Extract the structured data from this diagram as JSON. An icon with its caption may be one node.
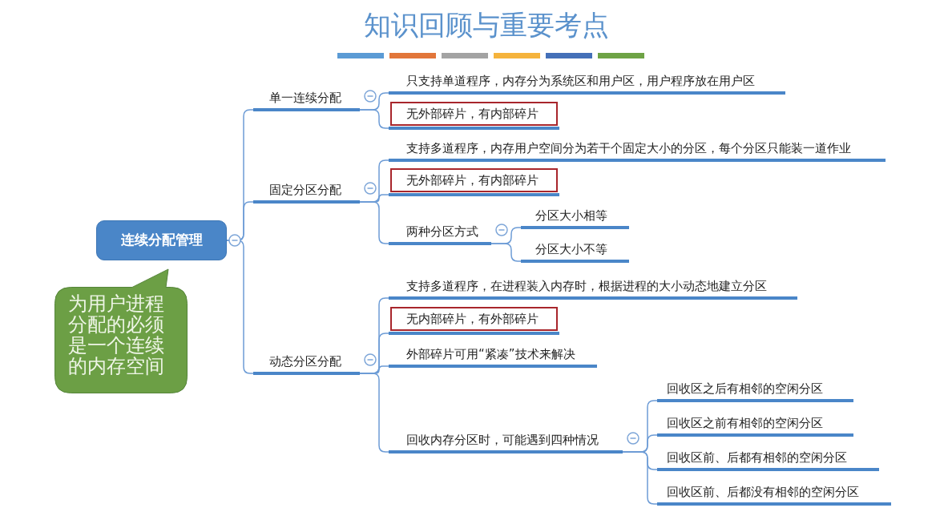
{
  "diagram": {
    "title": "知识回顾与重要考点",
    "nodes": [
      {
        "text": [
          "连续分配管理"
        ]
      },
      {
        "text": [
          "为用户进程分配的必须是一个连续的内存空间"
        ]
      },
      {
        "text": [
          "单一连续分配"
        ]
      },
      {
        "text": [
          "只支持单道程序，内存分为系统区和用户区，用户程序放在用户区"
        ]
      },
      {
        "text": [
          "无外部碎片，有内部碎片"
        ]
      },
      {
        "text": [
          "固定分区分配"
        ]
      },
      {
        "text": [
          "支持多道程序，内存用户空间分为若干个固定大小的分区，每个分区只能装一道作业"
        ]
      },
      {
        "text": [
          "无外部碎片，有内部碎片"
        ]
      },
      {
        "text": [
          "两种分区方式"
        ]
      },
      {
        "text": [
          "分区大小相等"
        ]
      },
      {
        "text": [
          "分区大小不等"
        ]
      },
      {
        "text": [
          "动态分区分配"
        ]
      },
      {
        "text": [
          "支持多道程序，在进程装入内存时，根据进程的大小动态地建立分区"
        ]
      },
      {
        "text": [
          "无内部碎片，有外部碎片"
        ]
      },
      {
        "text": [
          "外部碎片可用“紧凑”技术来解决"
        ]
      },
      {
        "text": [
          "回收内存分区时，可能遇到四种情况"
        ]
      },
      {
        "text": [
          "回收区之后有相邻的空闲分区"
        ]
      },
      {
        "text": [
          "回收区之前有相邻的空闲分区"
        ]
      },
      {
        "text": [
          "回收区前、后都有相邻的空闲分区"
        ]
      },
      {
        "text": [
          "回收区前、后都没有相邻的空闲分区"
        ]
      }
    ],
    "edges": [
      {
        "from": 0,
        "to": 2,
        "arrow": "none"
      },
      {
        "from": 0,
        "to": 5,
        "arrow": "none"
      },
      {
        "from": 0,
        "to": 11,
        "arrow": "none"
      },
      {
        "from": 2,
        "to": 3,
        "arrow": "none"
      },
      {
        "from": 2,
        "to": 4,
        "arrow": "none"
      },
      {
        "from": 5,
        "to": 6,
        "arrow": "none"
      },
      {
        "from": 5,
        "to": 7,
        "arrow": "none"
      },
      {
        "from": 5,
        "to": 8,
        "arrow": "none"
      },
      {
        "from": 8,
        "to": 9,
        "arrow": "none"
      },
      {
        "from": 8,
        "to": 10,
        "arrow": "none"
      },
      {
        "from": 11,
        "to": 12,
        "arrow": "none"
      },
      {
        "from": 11,
        "to": 13,
        "arrow": "none"
      },
      {
        "from": 11,
        "to": 14,
        "arrow": "none"
      },
      {
        "from": 11,
        "to": 15,
        "arrow": "none"
      },
      {
        "from": 15,
        "to": 16,
        "arrow": "none"
      },
      {
        "from": 15,
        "to": 17,
        "arrow": "none"
      },
      {
        "from": 15,
        "to": 18,
        "arrow": "none"
      },
      {
        "from": 15,
        "to": 19,
        "arrow": "none"
      }
    ]
  }
}
